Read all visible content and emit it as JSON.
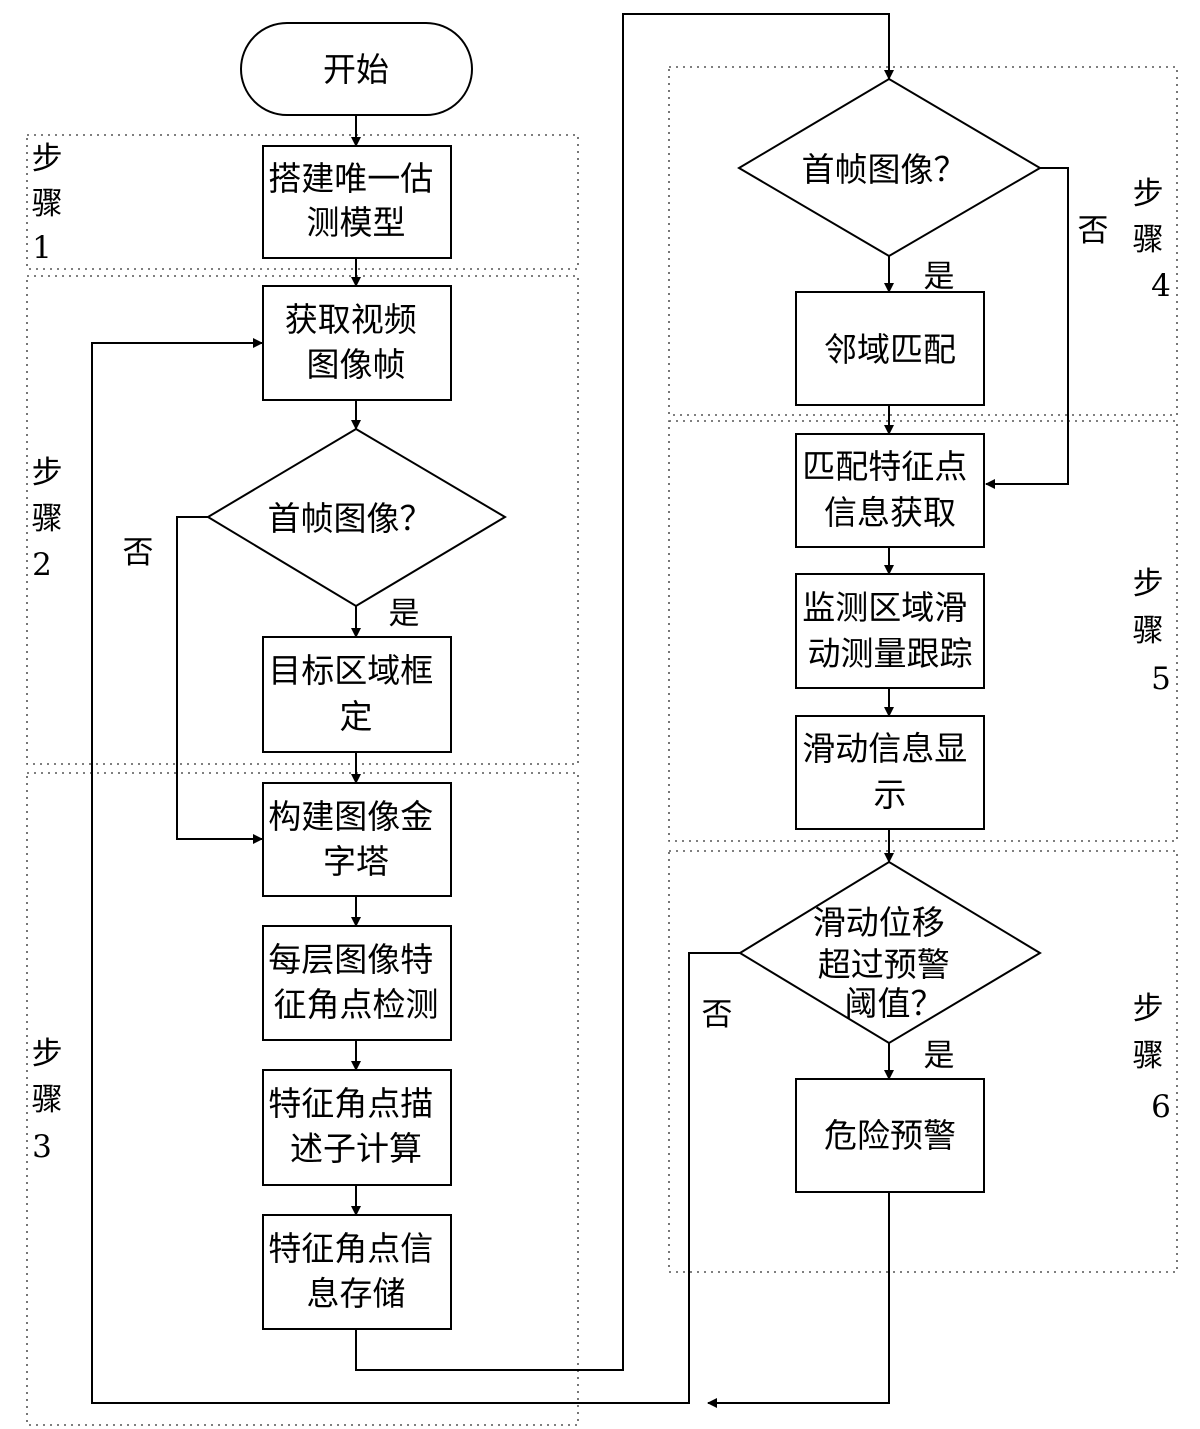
{
  "nodes": {
    "start": "开始",
    "build_model": [
      "搭建唯一估",
      "测模型"
    ],
    "get_frame": [
      "获取视频",
      "图像帧"
    ],
    "first_frame_left": "首帧图像？",
    "target_region": [
      "目标区域框",
      "定"
    ],
    "build_pyramid": [
      "构建图像金",
      "字塔"
    ],
    "corner_detect": [
      "每层图像特",
      "征角点检测"
    ],
    "descriptor": [
      "特征角点描",
      "述子计算"
    ],
    "store": [
      "特征角点信",
      "息存储"
    ],
    "first_frame_right": "首帧图像？",
    "neighbor_match": "邻域匹配",
    "match_info": [
      "匹配特征点",
      "信息获取"
    ],
    "track": [
      "监测区域滑",
      "动测量跟踪"
    ],
    "display": [
      "滑动信息显",
      "示"
    ],
    "threshold": [
      "滑动位移",
      "超过预警",
      "阈值？"
    ],
    "warning": "危险预警"
  },
  "edge_labels": {
    "no": "否",
    "yes": "是"
  },
  "steps": {
    "step1": [
      "步",
      "骤",
      "1"
    ],
    "step2": [
      "步",
      "骤",
      "2"
    ],
    "step3": [
      "步",
      "骤",
      "3"
    ],
    "step4": [
      "步",
      "骤",
      "4"
    ],
    "step5": [
      "步",
      "骤",
      "5"
    ],
    "step6": [
      "步",
      "骤",
      "6"
    ]
  }
}
